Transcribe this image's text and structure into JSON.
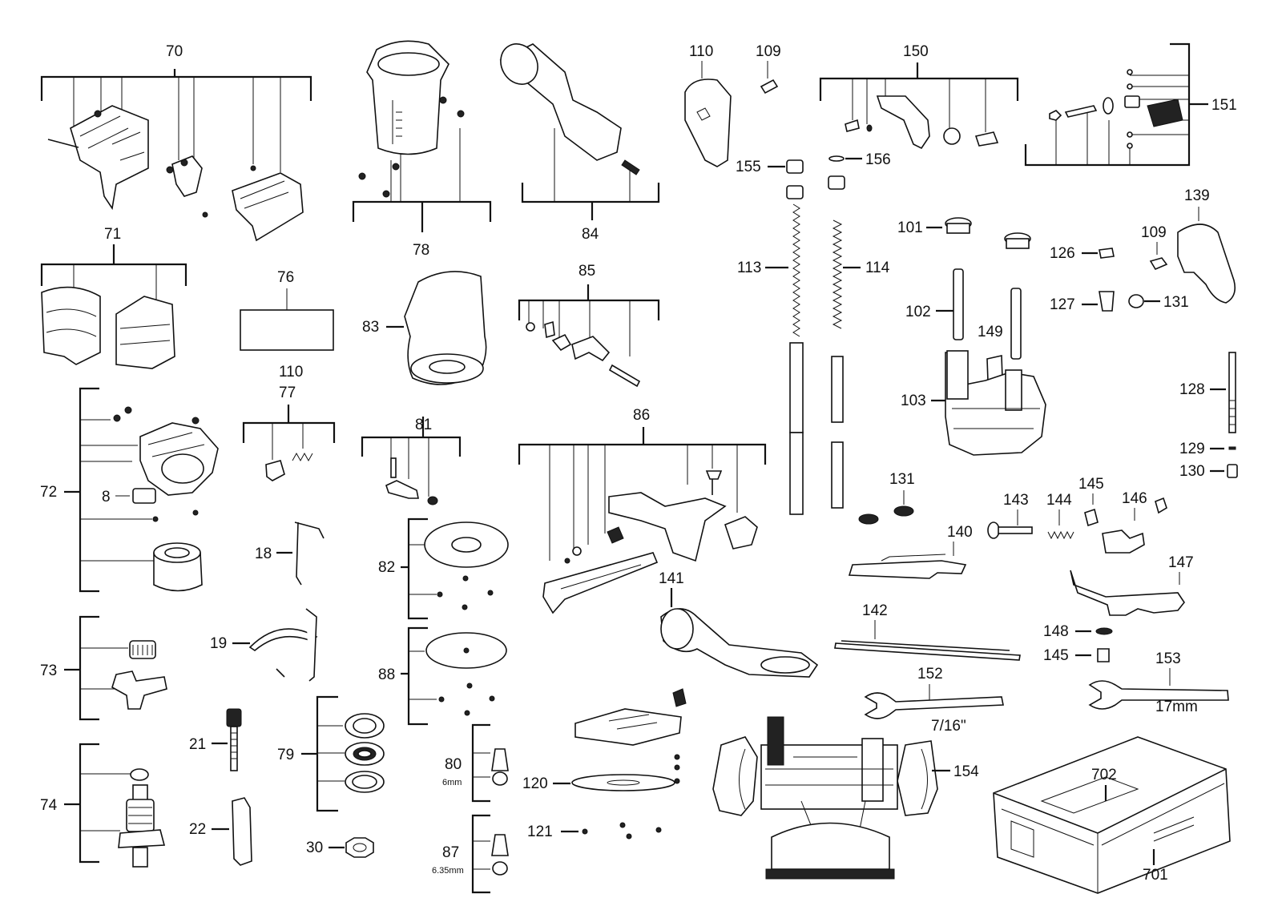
{
  "diagram": {
    "labels": {
      "l70": "70",
      "l71": "71",
      "l72": "72",
      "l8": "8",
      "l73": "73",
      "l74": "74",
      "l76": "76",
      "l77": "77",
      "l110a": "110",
      "l18": "18",
      "l19": "19",
      "l21": "21",
      "l22": "22",
      "l30": "30",
      "l79": "79",
      "l78": "78",
      "l83": "83",
      "l81": "81",
      "l82": "82",
      "l88": "88",
      "l80": "80",
      "l80s": "6mm",
      "l87": "87",
      "l87s": "6.35mm",
      "l84": "84",
      "l85": "85",
      "l86": "86",
      "l141": "141",
      "l120": "120",
      "l121": "121",
      "l110b": "110",
      "l109a": "109",
      "l155": "155",
      "l156": "156",
      "l113": "113",
      "l114": "114",
      "l150": "150",
      "l151": "151",
      "l101": "101",
      "l126": "126",
      "l139": "139",
      "l109b": "109",
      "l102": "102",
      "l127": "127",
      "l131a": "131",
      "l149": "149",
      "l103": "103",
      "l128": "128",
      "l129": "129",
      "l130": "130",
      "l131b": "131",
      "l143": "143",
      "l144": "144",
      "l145a": "145",
      "l146": "146",
      "l140": "140",
      "l147": "147",
      "l142": "142",
      "l148": "148",
      "l145b": "145",
      "l152": "152",
      "l152s": "7/16\"",
      "l153": "153",
      "l153s": "17mm",
      "l154": "154",
      "l702": "702",
      "l701": "701"
    }
  }
}
